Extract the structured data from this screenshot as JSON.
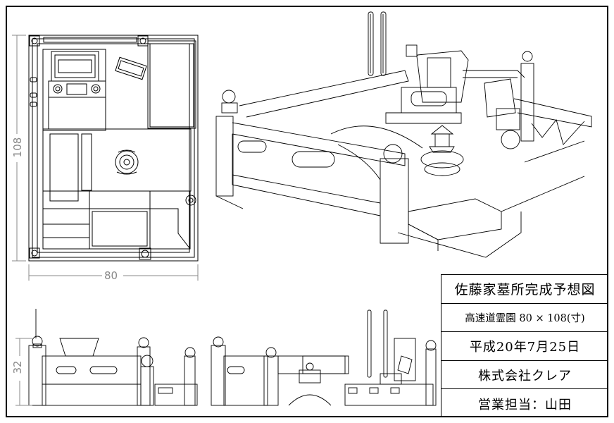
{
  "title_block": {
    "title": "佐藤家墓所完成予想図",
    "site": "高速道霊園 80 × 108(寸)",
    "date": "平成20年7月25日",
    "company": "株式会社クレア",
    "staff": "営業担当：山田"
  },
  "dimensions": {
    "plan_height": "108",
    "plan_width": "80",
    "elevation_height": "32"
  }
}
